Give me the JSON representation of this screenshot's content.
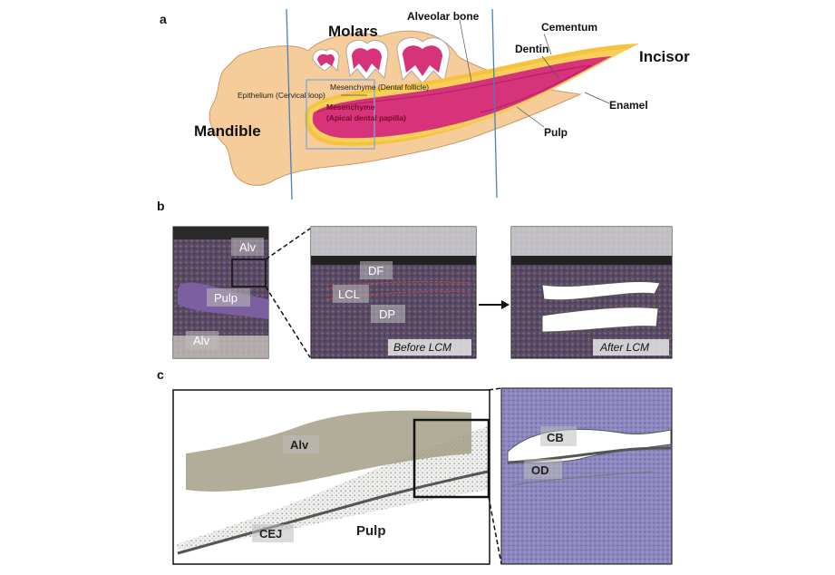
{
  "panel_labels": {
    "a": "a",
    "b": "b",
    "c": "c"
  },
  "panel_a": {
    "molars": "Molars",
    "alveolar_bone": "Alveolar bone",
    "cementum": "Cementum",
    "dentin": "Dentin",
    "incisor": "Incisor",
    "enamel": "Enamel",
    "pulp": "Pulp",
    "mandible": "Mandible",
    "epithelium": "Epithelium (Cervical loop)",
    "mesenchyme_follicle": "Mesenchyme (Dental follicle)",
    "mesenchyme_papilla_1": "Mesenchyme",
    "mesenchyme_papilla_2": "(Apical dental papilla)",
    "colors": {
      "bone": "#f5cc9a",
      "pulp": "#d6337a",
      "dentin": "#f6d05a",
      "line": "#4a7fc1"
    }
  },
  "panel_b": {
    "alv_top": "Alv",
    "pulp": "Pulp",
    "alv_bottom": "Alv",
    "df": "DF",
    "lcl": "LCL",
    "dp": "DP",
    "before": "Before LCM",
    "after": "After LCM"
  },
  "panel_c": {
    "alv": "Alv",
    "cej": "CEJ",
    "pulp": "Pulp",
    "cb": "CB",
    "od": "OD"
  }
}
